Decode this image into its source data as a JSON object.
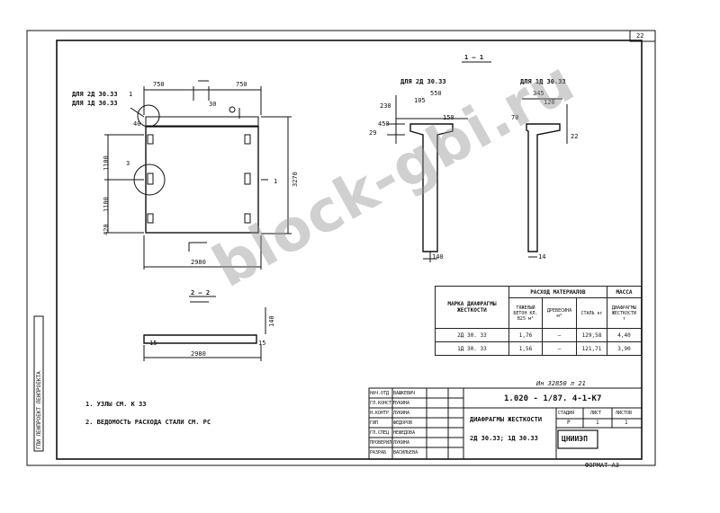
{
  "sheet": {
    "sheet_number": "22",
    "format": "ФОРМАТ А3",
    "watermark": "block-gbi.ru"
  },
  "left_strip": {
    "text": "ГПИ ЛЕНПРОЕКТ ЛЕНПРОЕКТА"
  },
  "plan": {
    "callout_2d": "ДЛЯ 2Д 30.33",
    "callout_1d": "ДЛЯ 1Д 30.33",
    "callout_num": "1",
    "node_num": "3",
    "dim_750_left": "750",
    "dim_750_right": "750",
    "dim_30": "30",
    "dim_1100_top": "1100",
    "dim_1100_bot": "1100",
    "dim_40": "40",
    "dim_420": "420",
    "dim_3270": "3270",
    "dim_2980": "2980",
    "cut_label": "1"
  },
  "section_1_1": {
    "title": "1 — 1",
    "for_2d": "ДЛЯ 2Д 30.33",
    "for_1d": "ДЛЯ 1Д 30.33",
    "d_550": "550",
    "d_105": "105",
    "d_150": "150",
    "d_230": "230",
    "d_29": "29",
    "d_450": "450",
    "d_140": "140",
    "d_345": "345",
    "d_120": "120",
    "d_70": "70",
    "d_22": "22",
    "d_14": "14"
  },
  "section_2_2": {
    "title": "2 — 2",
    "d_15_left": "15",
    "d_15_right": "15",
    "d_140": "140",
    "d_2980": "2980"
  },
  "notes": [
    "1. УЗЛЫ СМ. К 33",
    "2. ВЕДОМОСТЬ РАСХОДА СТАЛИ СМ. РС"
  ],
  "materials_table": {
    "head_mark": "МАРКА ДИАФРАГМЫ ЖЕСТКОСТИ",
    "head_consumption": "РАСХОД МАТЕРИАЛОВ",
    "head_mass": "МАССА",
    "head_concrete": "ТЯЖЕЛЫЙ БЕТОН КЛ. В25 м³",
    "head_wood": "ДРЕВЕСИНА м³",
    "head_steel": "СТАЛЬ кг",
    "head_mass_sub": "ДИАФРАГМЫ ЖЕСТКОСТИ т",
    "rows": [
      {
        "mark": "2Д 30. 33",
        "concrete": "1,76",
        "wood": "—",
        "steel": "129,58",
        "mass": "4,40"
      },
      {
        "mark": "1Д 30. 33",
        "concrete": "1,56",
        "wood": "—",
        "steel": "121,71",
        "mass": "3,90"
      }
    ]
  },
  "title_block": {
    "inv_note": "Ин 32850 л 21",
    "code": "1.020 - 1/87. 4-1-К7",
    "name": "ДИАФРАГМЫ ЖЕСТКОСТИ",
    "marks": "2Д 30.33; 1Д 30.33",
    "stage_head": "СТАДИЯ",
    "sheet_head": "ЛИСТ",
    "sheets_head": "ЛИСТОВ",
    "stage": "Р",
    "sheet": "1",
    "sheets": "1",
    "org": "ЦНИИЭП",
    "roles": [
      "НАЧ.ОТД",
      "ГЛ.КОНСТР",
      "Н.КОНТР",
      "ГИП",
      "ГЛ.СПЕЦ",
      "ПРОВЕРИЛ",
      "РАЗРАБ"
    ],
    "names": [
      "ВАШКЕВИЧ",
      "ЛУКИНА",
      "ЛУКИНА",
      "ФЕДОРОВ",
      "НЕФЕДОВА",
      "ЛУКИНА",
      "ВАСИЛЬЕВА"
    ]
  }
}
